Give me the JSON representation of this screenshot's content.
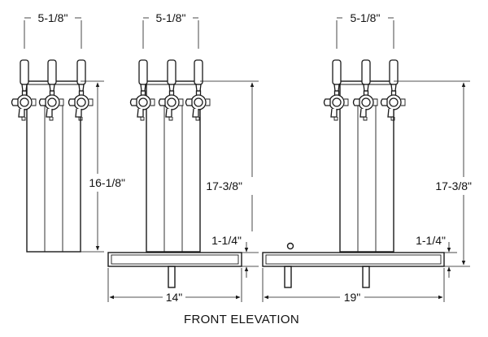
{
  "caption": "FRONT ELEVATION",
  "towers": [
    {
      "tap_spacing": "5-1/8\"",
      "height": "16-1/8\""
    },
    {
      "tap_spacing": "5-1/8\"",
      "height": "17-3/8\"",
      "base_height": "1-1/4\"",
      "base_width": "14\""
    },
    {
      "tap_spacing": "5-1/8\"",
      "height": "17-3/8\"",
      "base_height": "1-1/4\"",
      "base_width": "19\""
    }
  ]
}
